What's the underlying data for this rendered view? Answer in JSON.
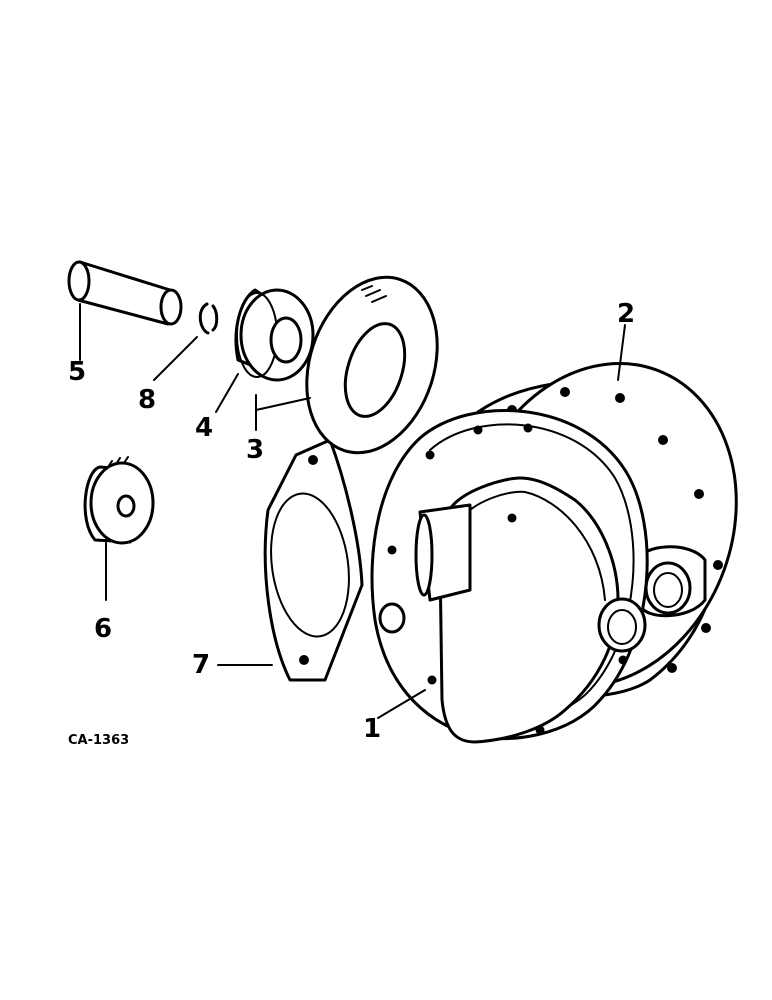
{
  "drawing_code": "CA-1363",
  "callouts": [
    {
      "id": "1",
      "text": "1"
    },
    {
      "id": "2",
      "text": "2"
    },
    {
      "id": "3",
      "text": "3"
    },
    {
      "id": "4",
      "text": "4"
    },
    {
      "id": "5",
      "text": "5"
    },
    {
      "id": "6",
      "text": "6"
    },
    {
      "id": "7",
      "text": "7"
    },
    {
      "id": "8",
      "text": "8"
    }
  ]
}
